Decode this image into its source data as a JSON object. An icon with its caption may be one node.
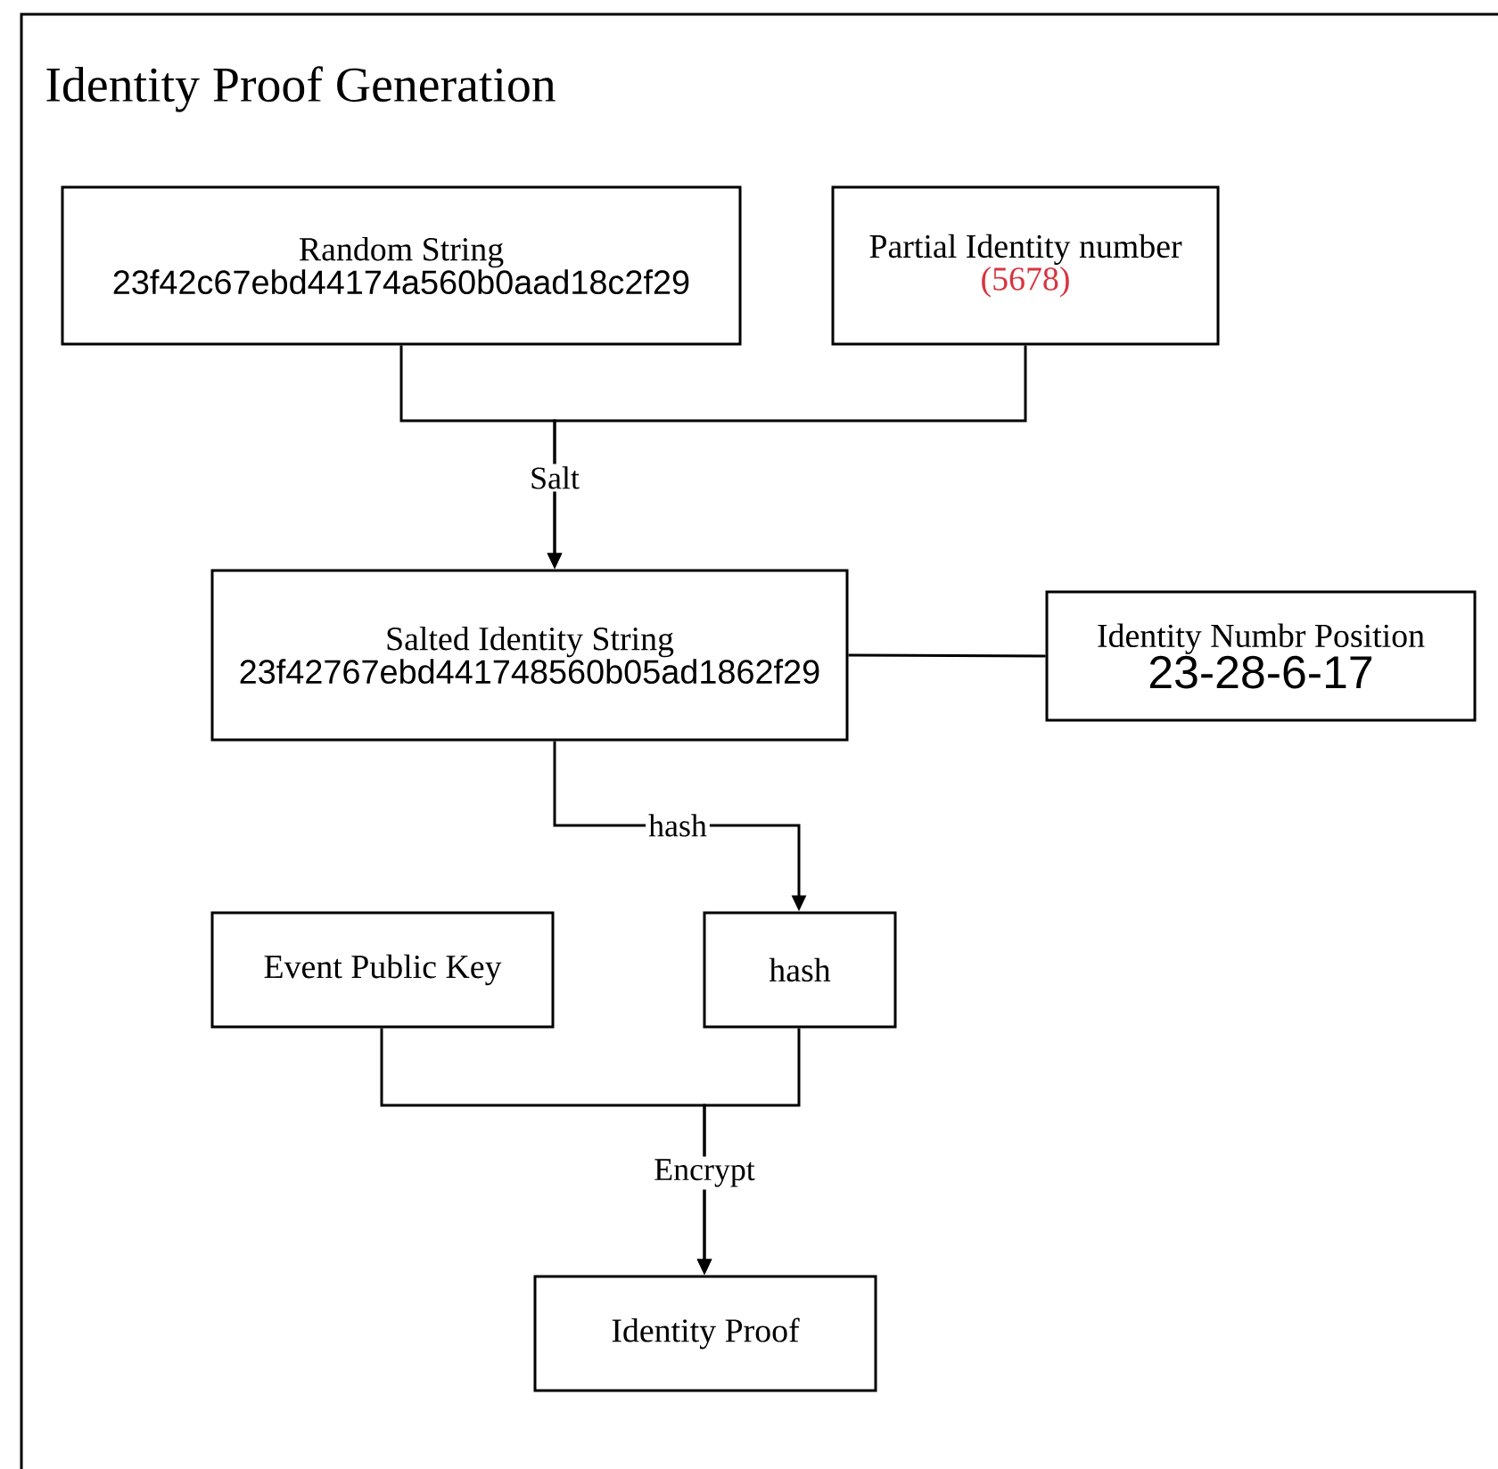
{
  "diagram": {
    "title": "Identity Proof Generation",
    "nodes": [
      {
        "text": [
          "Random String",
          "23f42c67ebd44174a560b0aad18c2f29"
        ]
      },
      {
        "text": [
          "Partial Identity number",
          "(5678)"
        ]
      },
      {
        "text": [
          "Salted Identity String",
          "23f42767ebd441748560b05ad1862f29"
        ]
      },
      {
        "text": [
          "Identity Numbr Position",
          "23-28-6-17"
        ]
      },
      {
        "text": [
          "Event Public Key"
        ]
      },
      {
        "text": [
          "hash"
        ]
      },
      {
        "text": [
          "Identity Proof"
        ]
      }
    ],
    "edges": [
      {
        "from": 0,
        "to": 2,
        "arrow": "to",
        "label": "Salt"
      },
      {
        "from": 1,
        "to": 2,
        "arrow": "to"
      },
      {
        "from": 2,
        "to": 5,
        "arrow": "to",
        "label": "hash"
      },
      {
        "from": 2,
        "to": 3,
        "arrow": "none"
      },
      {
        "from": 4,
        "to": 6,
        "arrow": "to",
        "label": "Encrypt"
      },
      {
        "from": 5,
        "to": 6,
        "arrow": "to"
      }
    ]
  }
}
